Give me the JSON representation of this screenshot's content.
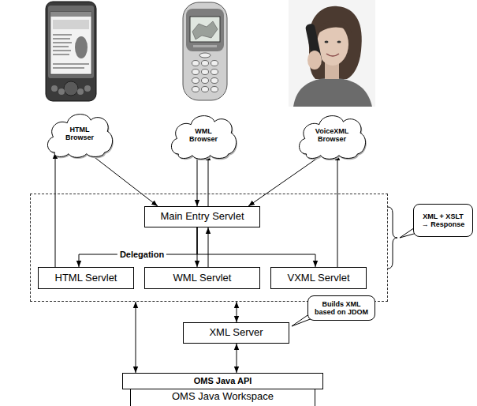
{
  "diagram": {
    "nodes": [
      {
        "text": [
          "HTML Browser"
        ]
      },
      {
        "text": [
          "WML Browser"
        ]
      },
      {
        "text": [
          "VoiceXML Browser"
        ]
      },
      {
        "text": []
      },
      {
        "text": [
          "Main Entry Servlet"
        ],
        "in": 3
      },
      {
        "text": [
          "HTML Servlet"
        ],
        "in": 3
      },
      {
        "text": [
          "WML Servlet"
        ],
        "in": 3
      },
      {
        "text": [
          "VXML Servlet"
        ],
        "in": 3
      },
      {
        "text": [
          "XML + XSLT → Response"
        ]
      },
      {
        "text": [
          "XML Server"
        ]
      },
      {
        "text": [
          "Builds XML based on JDOM"
        ]
      },
      {
        "text": [
          "OMS Java Workspace"
        ]
      },
      {
        "text": [
          "OMS Java API"
        ],
        "in": 11
      }
    ],
    "edges": [
      {
        "from": 0,
        "to": 4,
        "arrow": "to"
      },
      {
        "from": 1,
        "to": 4,
        "arrow": "to"
      },
      {
        "from": 4,
        "to": 1,
        "arrow": "to"
      },
      {
        "from": 2,
        "to": 4,
        "arrow": "to"
      },
      {
        "from": 4,
        "to": 5,
        "arrow": "to"
      },
      {
        "from": 4,
        "to": 6,
        "arrow": "to"
      },
      {
        "from": 4,
        "to": 7,
        "arrow": "to"
      },
      {
        "from": 6,
        "to": 4,
        "arrow": "to"
      },
      {
        "from": 5,
        "to": 0,
        "arrow": "to"
      },
      {
        "from": 7,
        "to": 2,
        "arrow": "to"
      },
      {
        "from": 3,
        "to": 9,
        "arrow": "both"
      },
      {
        "from": 3,
        "to": 12,
        "arrow": "both"
      },
      {
        "from": 9,
        "to": 12,
        "arrow": "both"
      }
    ],
    "labels": [
      "Delegation"
    ]
  }
}
